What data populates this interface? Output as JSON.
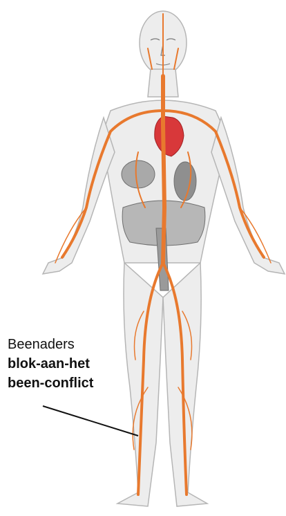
{
  "annotation": {
    "line1": "Beenaders",
    "line2": "blok-aan-het",
    "line3": "been-conflict"
  },
  "colors": {
    "vein": "#e8792e",
    "heart": "#d8383a",
    "skin": "#ececec",
    "organ": "#9c9c9c"
  }
}
